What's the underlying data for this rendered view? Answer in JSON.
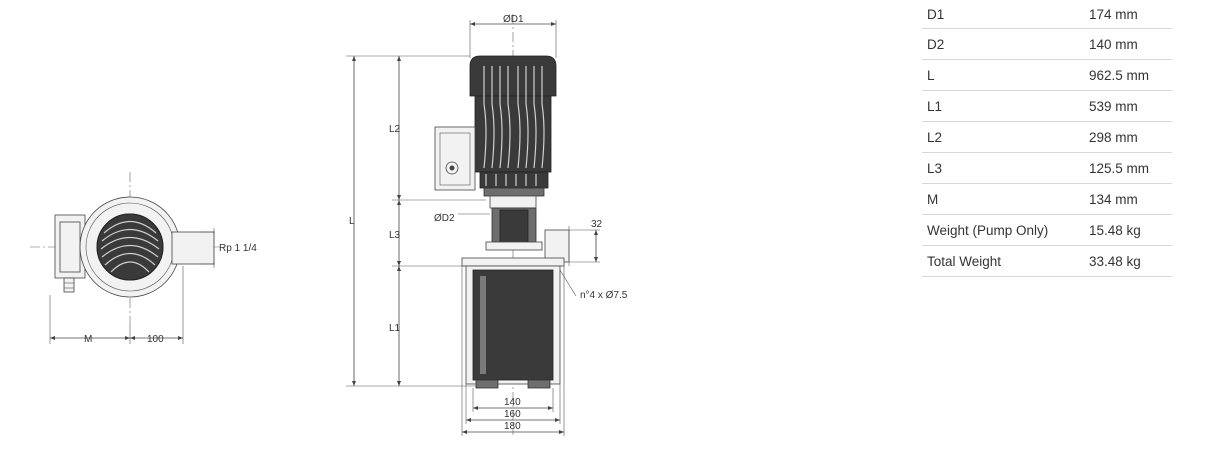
{
  "drawing": {
    "side_view": {
      "m_label": "M",
      "dim_100": "100",
      "port_label": "Rp 1 1/4"
    },
    "front_view": {
      "od1_label": "ØD1",
      "od2_label": "ØD2",
      "l_label": "L",
      "l1_label": "L1",
      "l2_label": "L2",
      "l3_label": "L3",
      "dim_32": "32",
      "holes_label": "n°4 x Ø7.5",
      "dim_140": "140",
      "dim_160": "160",
      "dim_180": "180"
    }
  },
  "spec_table": {
    "rows": [
      {
        "key": "D1",
        "value": "174 mm"
      },
      {
        "key": "D2",
        "value": "140 mm"
      },
      {
        "key": "L",
        "value": "962.5 mm"
      },
      {
        "key": "L1",
        "value": "539 mm"
      },
      {
        "key": "L2",
        "value": "298 mm"
      },
      {
        "key": "L3",
        "value": "125.5 mm"
      },
      {
        "key": "M",
        "value": "134 mm"
      },
      {
        "key": "Weight (Pump Only)",
        "value": "15.48 kg"
      },
      {
        "key": "Total Weight",
        "value": "33.48 kg"
      }
    ]
  }
}
